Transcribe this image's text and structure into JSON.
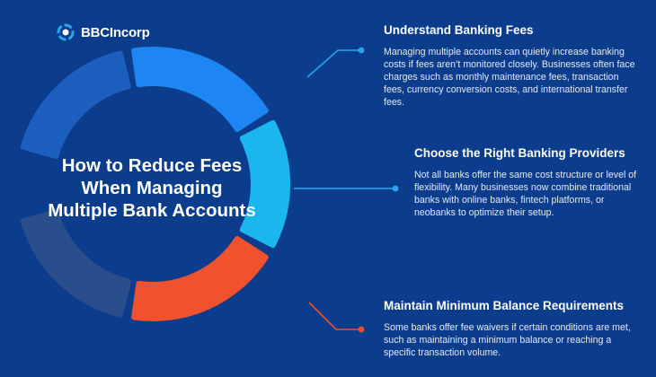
{
  "brand": {
    "name": "BBCIncorp",
    "icon": "bbcincorp-logo-icon"
  },
  "title": "How to Reduce Fees\nWhen Managing\nMultiple Bank Accounts",
  "colors": {
    "background": "#0c3c8c",
    "segment_left_upper": "#1d5fbf",
    "segment_top_right": "#1e86f2",
    "segment_middle_right": "#1cb6ef",
    "segment_bottom_right": "#f0522e",
    "segment_left_lower": "#2a4e8c",
    "connector_blue": "#2aa6ee",
    "connector_orange": "#e8532f"
  },
  "items": [
    {
      "title": "Understand Banking Fees",
      "body": "Managing multiple accounts can quietly increase banking costs if fees aren’t monitored closely. Businesses often face charges such as monthly maintenance fees, transaction fees, currency conversion costs, and international transfer fees."
    },
    {
      "title": "Choose the Right Banking Providers",
      "body": "Not all banks offer the same cost structure or level of flexibility. Many businesses now combine traditional banks with online banks, fintech platforms, or neobanks to optimize their setup."
    },
    {
      "title": "Maintain Minimum Balance Requirements",
      "body": "Some banks offer fee waivers if certain conditions are met, such as maintaining a minimum balance or reaching a specific transaction volume."
    }
  ]
}
